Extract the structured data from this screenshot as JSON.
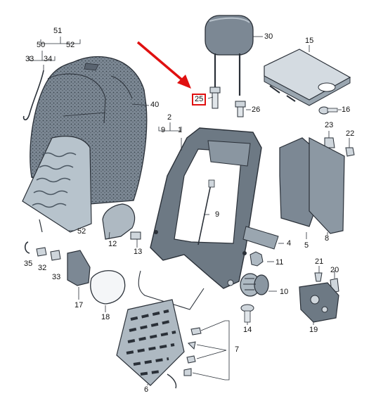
{
  "diagram": {
    "highlight_color": "#e01010",
    "highlighted_part": "25",
    "callouts": {
      "c51": "51",
      "c50": "50",
      "c52a": "52",
      "c33a": "33",
      "c34": "34",
      "c30": "30",
      "c15": "15",
      "c40": "40",
      "c25": "25",
      "c16": "16",
      "c26": "26",
      "c2": "2",
      "c9a": "9",
      "c1": "1",
      "c23": "23",
      "c22": "22",
      "c9b": "9",
      "c52b": "52",
      "c12": "12",
      "c13": "13",
      "c35": "35",
      "c32": "32",
      "c33b": "33",
      "c4": "4",
      "c5": "5",
      "c8": "8",
      "c11": "11",
      "c17": "17",
      "c18": "18",
      "c21": "21",
      "c20": "20",
      "c10": "10",
      "c14": "14",
      "c19": "19",
      "c7": "7",
      "c6": "6"
    }
  }
}
